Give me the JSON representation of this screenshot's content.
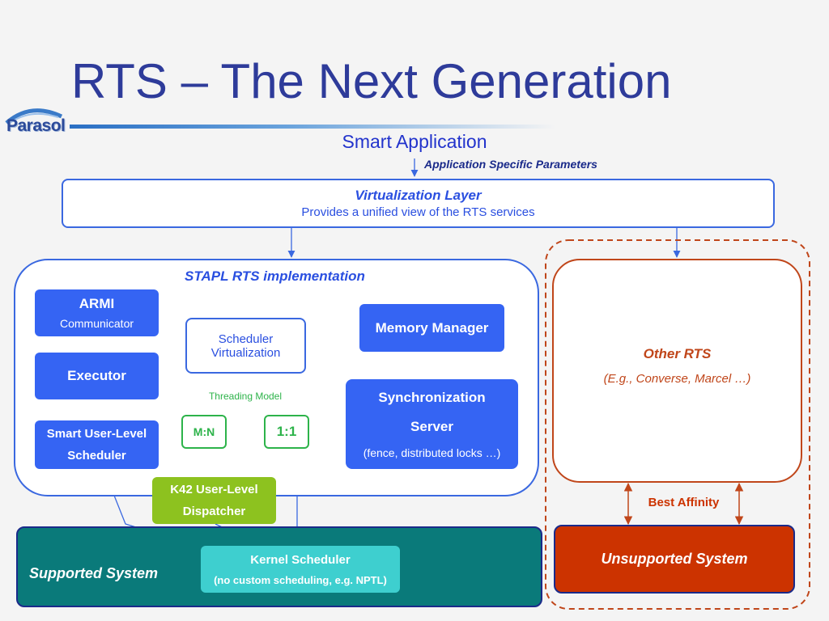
{
  "title": "RTS – The Next Generation",
  "logo": {
    "text": "Parasol"
  },
  "smart_app": "Smart Application",
  "app_params": "Application Specific Parameters",
  "virtualization": {
    "title": "Virtualization Layer",
    "subtitle": "Provides a unified view of the RTS services"
  },
  "stapl": {
    "title": "STAPL RTS implementation",
    "armi": {
      "title": "ARMI",
      "subtitle": "Communicator"
    },
    "executor": "Executor",
    "smart_sched": {
      "line1": "Smart User-Level",
      "line2": "Scheduler"
    },
    "scheduler_virt": {
      "line1": "Scheduler",
      "line2": "Virtualization"
    },
    "threading_model": "Threading Model",
    "mn": "M:N",
    "one_one": "1:1",
    "memory_manager": "Memory Manager",
    "sync_server": {
      "line1": "Synchronization",
      "line2": "Server",
      "line3": "(fence, distributed locks …)"
    }
  },
  "k42": {
    "line1": "K42 User-Level",
    "line2": "Dispatcher"
  },
  "supported": {
    "label": "Supported System",
    "kernel_title": "Kernel Scheduler",
    "kernel_sub": "(no custom scheduling, e.g. NPTL)"
  },
  "other_rts": {
    "title": "Other RTS",
    "subtitle": "(E.g., Converse, Marcel …)"
  },
  "best_affinity": "Best Affinity",
  "unsupported": "Unsupported System",
  "colors": {
    "title": "#2e3b9a",
    "block_blue": "#3564f3",
    "outline_blue": "#3a68e0",
    "teal": "#0a7a7a",
    "teal_light": "#3ecfcf",
    "k42_green": "#8dc21f",
    "thread_green": "#2db34a",
    "rts_orange": "#c0461a",
    "unsupported_fill": "#cc3300",
    "navy": "#1a2a8a"
  }
}
